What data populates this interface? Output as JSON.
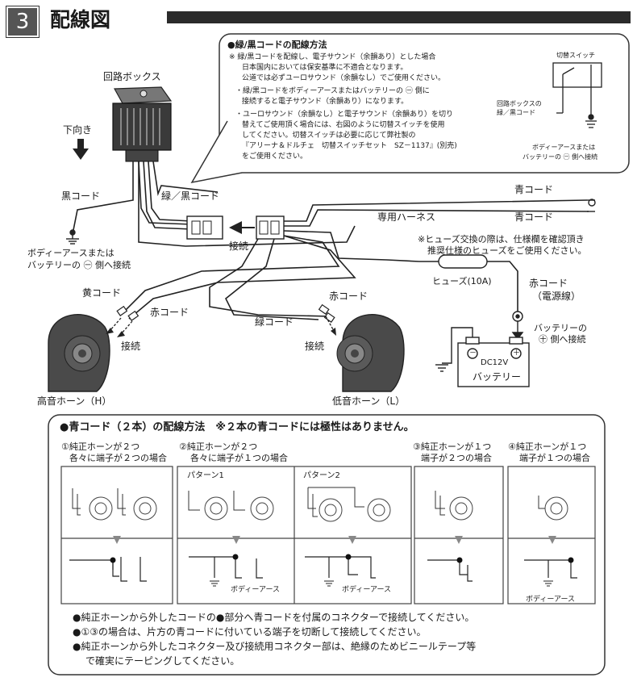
{
  "header": {
    "number": "3",
    "title": "配線図"
  },
  "callout": {
    "title": "●緑/黒コードの配線方法",
    "lines": [
      "※ 緑/黒コードを配線し、電子サウンド（余韻あり）とした場合",
      "日本国内においては保安基準に不適合となります。",
      "公道では必ずユーロサウンド（余韻なし）でご使用ください。",
      "・緑/黒コードをボディーアースまたはバッテリーの ㊀ 側に",
      "接続すると電子サウンド（余韻あり）になります。",
      "・ユーロサウンド（余韻なし）と電子サウンド（余韻あり）を切り",
      "替えてご使用頂く場合には、右図のように切替スイッチを使用",
      "してください。切替スイッチは必要に応じて弊社製の",
      "『アリーナ＆ドルチェ　切替スイッチセット　SZ－1137』(別売)",
      "をご使用ください。"
    ],
    "switch_label": "切替スイッチ",
    "switch_from": [
      "回路ボックスの",
      "緑／黒コード"
    ],
    "switch_ground": [
      "ボディーアースまたは",
      "バッテリーの ㊀ 側へ接続"
    ]
  },
  "diagram": {
    "circuit_box": "回路ボックス",
    "downward": "下向き",
    "black_cord": "黒コード",
    "green_black_cord": "緑／黒コード",
    "ground_note": [
      "ボディーアースまたは",
      "バッテリーの ㊀ 側へ接続"
    ],
    "connect": "接続",
    "blue_cord_1": "青コード",
    "blue_cord_2": "青コード",
    "harness": "専用ハーネス",
    "fuse_note": [
      "※ヒューズ交換の際は、仕様欄を確認頂き",
      "推奨仕様のヒューズをご使用ください。"
    ],
    "fuse": "ヒューズ(10A)",
    "red_cord_power": [
      "赤コード",
      "（電源線）"
    ],
    "battery_plus": [
      "バッテリーの",
      "㊉ 側へ接続"
    ],
    "battery_voltage": "DC12V",
    "battery_label": "バッテリー",
    "yellow_cord": "黄コード",
    "red_cord_left": "赤コード",
    "connect_left": "接続",
    "green_cord": "緑コード",
    "red_cord_right": "赤コード",
    "connect_right": "接続",
    "horn_high": "高音ホーン（H）",
    "horn_low": "低音ホーン（L）",
    "minus_sign": "－",
    "plus_sign": "＋"
  },
  "blue_section": {
    "title": "●青コード（２本）の配線方法　※２本の青コードには極性はありません。",
    "case1": [
      "①純正ホーンが２つ",
      "各々に端子が２つの場合"
    ],
    "case2": [
      "②純正ホーンが２つ",
      "各々に端子が１つの場合"
    ],
    "case3": [
      "③純正ホーンが１つ",
      "端子が２つの場合"
    ],
    "case4": [
      "④純正ホーンが１つ",
      "端子が１つの場合"
    ],
    "pattern1": "パターン1",
    "pattern2": "パターン2",
    "body_earth": "ボディーアース",
    "notes": [
      "●純正ホーンから外したコードの●部分へ青コードを付属のコネクターで接続してください。",
      "●①③の場合は、片方の青コードに付いている端子を切断して接続してください。",
      "●純正ホーンから外したコネクター及び接続用コネクター部は、絶縁のためビニールテープ等",
      "で確実にテーピングしてください。"
    ]
  }
}
